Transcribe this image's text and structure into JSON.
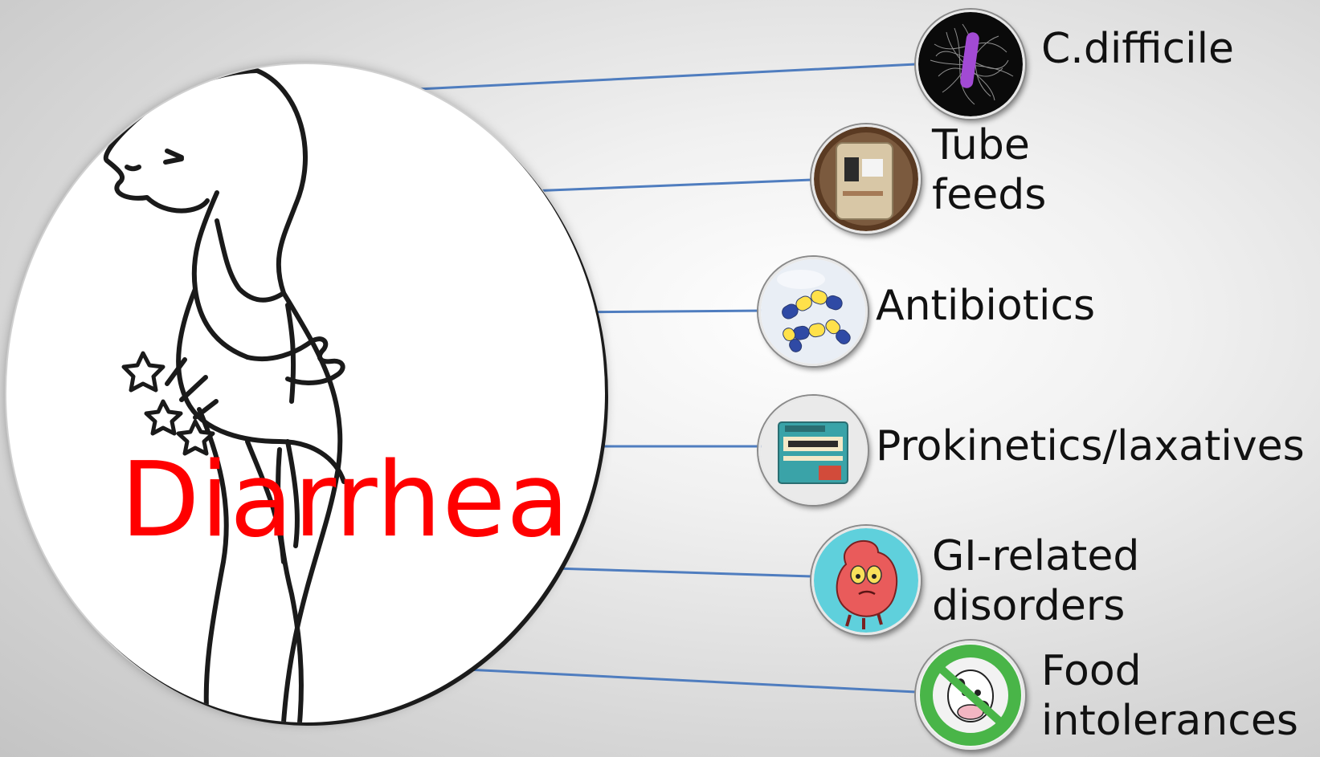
{
  "title": "Diarrhea",
  "colors": {
    "title": "#ff0000",
    "connector": "#4f7dbf"
  },
  "causes": [
    {
      "lines": [
        "C.difficile"
      ],
      "icon": "bacterium-icon"
    },
    {
      "lines": [
        "Tube",
        "feeds"
      ],
      "icon": "feeding-bag-icon"
    },
    {
      "lines": [
        "Antibiotics"
      ],
      "icon": "capsules-icon"
    },
    {
      "lines": [
        "Prokinetics/laxatives"
      ],
      "icon": "laxative-box-icon"
    },
    {
      "lines": [
        "GI-related",
        "disorders"
      ],
      "icon": "stomach-character-icon"
    },
    {
      "lines": [
        "Food",
        "intolerances"
      ],
      "icon": "no-dairy-cow-icon"
    }
  ]
}
